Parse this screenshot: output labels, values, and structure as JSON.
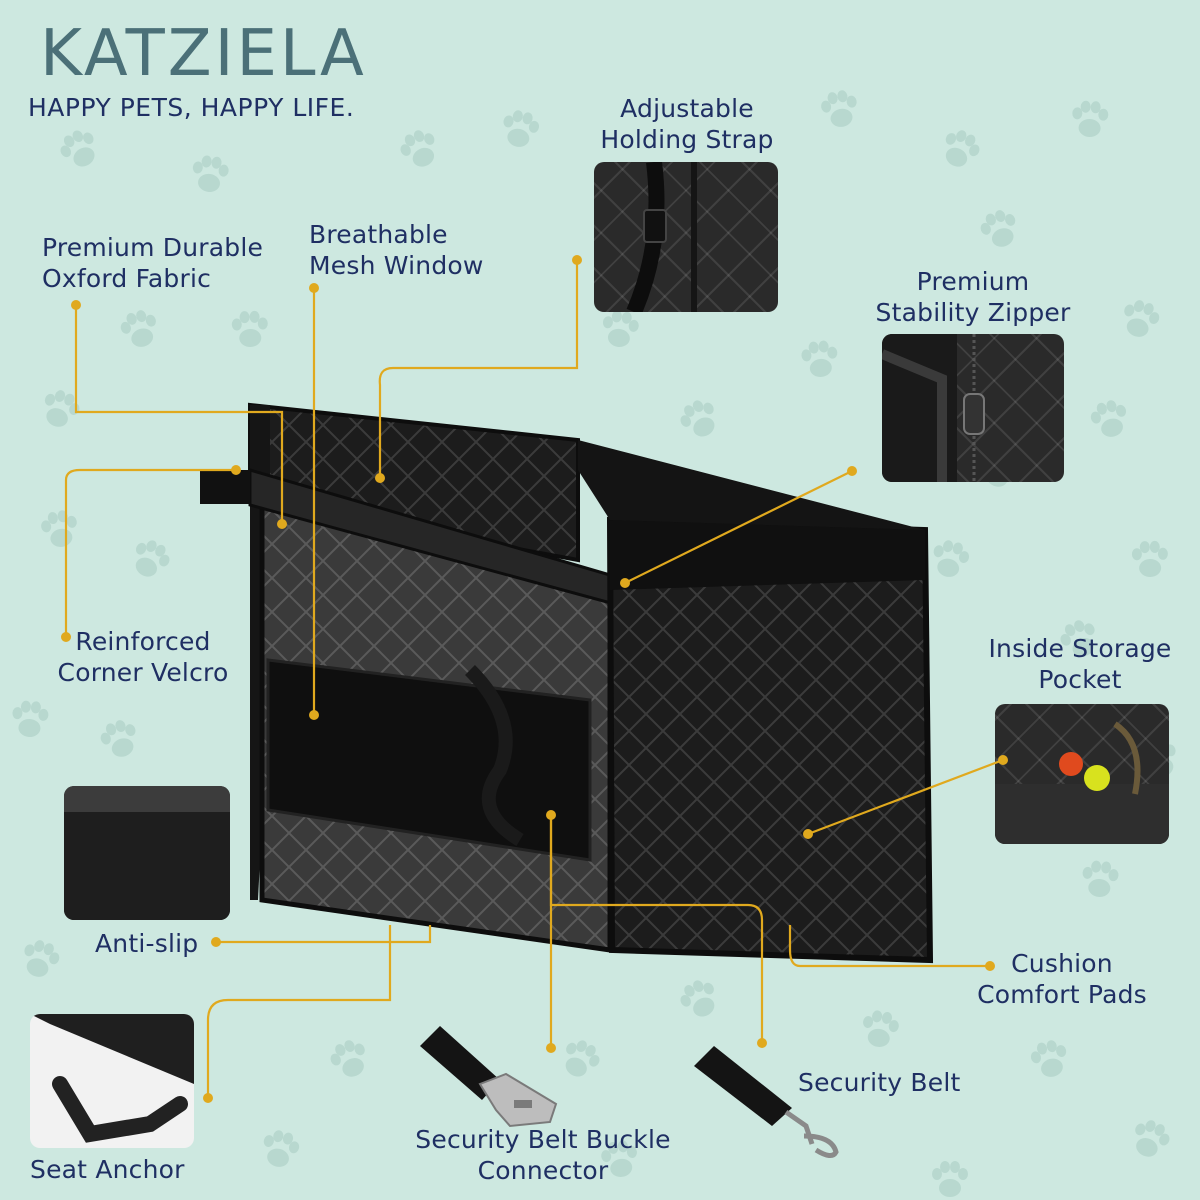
{
  "brand": {
    "name": "KATZIELA",
    "tagline": "HAPPY PETS, HAPPY LIFE."
  },
  "colors": {
    "background": "#cde8e0",
    "text": "#1f2f63",
    "brand": "#4b7078",
    "leader": "#e0a91e",
    "product": "#1b1b1b"
  },
  "features": {
    "premium_fabric": [
      "Premium Durable",
      "Oxford Fabric"
    ],
    "mesh_window": [
      "Breathable",
      "Mesh Window"
    ],
    "holding_strap": [
      "Adjustable",
      "Holding Strap"
    ],
    "stability_zipper": [
      "Premium",
      "Stability Zipper"
    ],
    "corner_velcro": [
      "Reinforced",
      "Corner Velcro"
    ],
    "storage_pocket": [
      "Inside Storage",
      "Pocket"
    ],
    "anti_slip": "Anti-slip",
    "cushion_pads": [
      "Cushion",
      "Comfort Pads"
    ],
    "security_belt": "Security Belt",
    "buckle_connector": [
      "Security Belt Buckle",
      "Connector"
    ],
    "seat_anchor": "Seat Anchor"
  }
}
